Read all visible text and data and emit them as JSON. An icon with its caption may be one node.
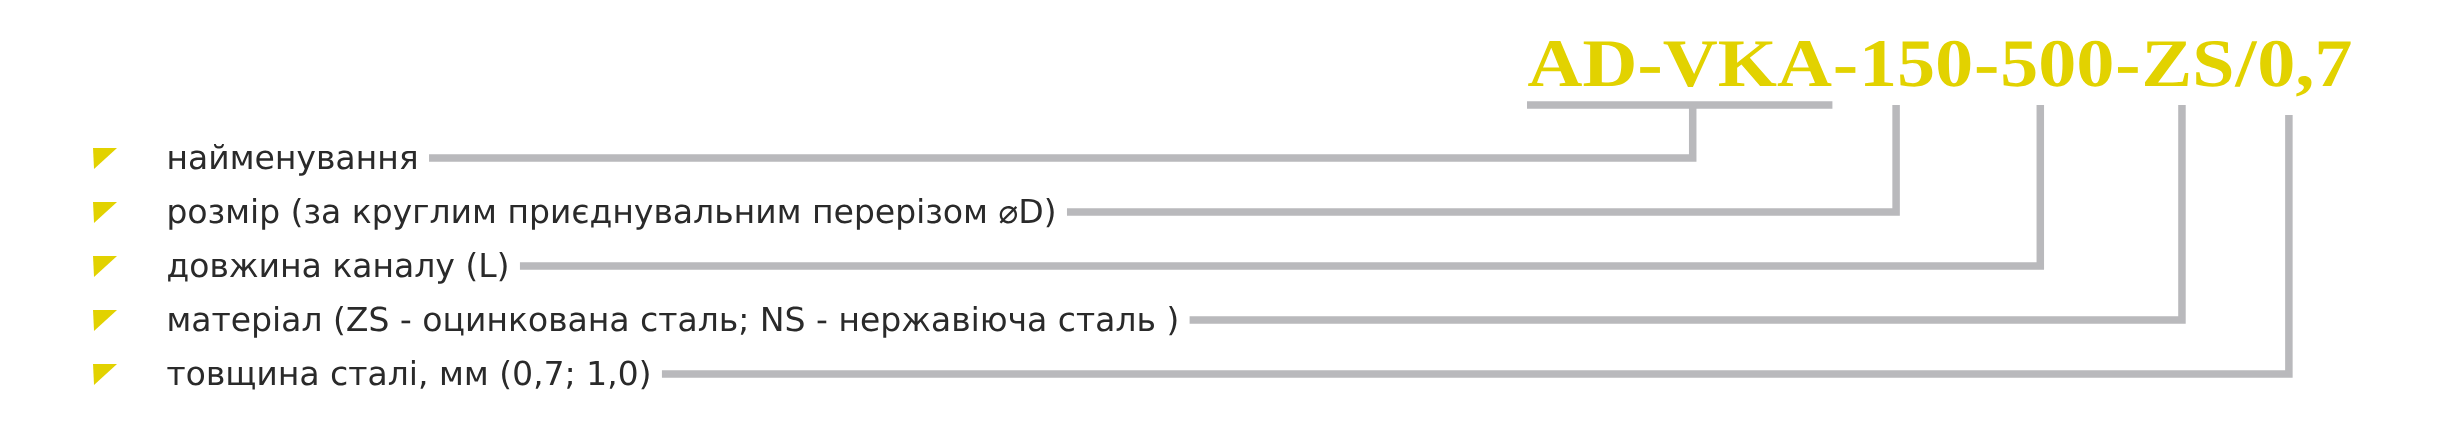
{
  "diagram": {
    "nodes": [
      {
        "text": [
          "AD-VKA"
        ]
      },
      {
        "text": [
          "150"
        ]
      },
      {
        "text": [
          "500"
        ]
      },
      {
        "text": [
          "ZS"
        ]
      },
      {
        "text": [
          "0,7"
        ]
      },
      {
        "text": [
          "найменування"
        ]
      },
      {
        "text": [
          "розмір (за круглим приєднувальним перерізом ⌀D)"
        ]
      },
      {
        "text": [
          "довжина каналу (L)"
        ]
      },
      {
        "text": [
          "матеріал (ZS - оцинкована сталь; NS - нержавіюча сталь )"
        ]
      },
      {
        "text": [
          "товщина сталі, мм (0,7; 1,0)"
        ]
      }
    ],
    "edges": [
      {
        "from": 5,
        "to": 0,
        "arrow": "none"
      },
      {
        "from": 6,
        "to": 1,
        "arrow": "none"
      },
      {
        "from": 7,
        "to": 2,
        "arrow": "none"
      },
      {
        "from": 8,
        "to": 3,
        "arrow": "none"
      },
      {
        "from": 9,
        "to": 4,
        "arrow": "none"
      }
    ],
    "labels": [
      "-",
      "-",
      "-",
      "/"
    ]
  }
}
